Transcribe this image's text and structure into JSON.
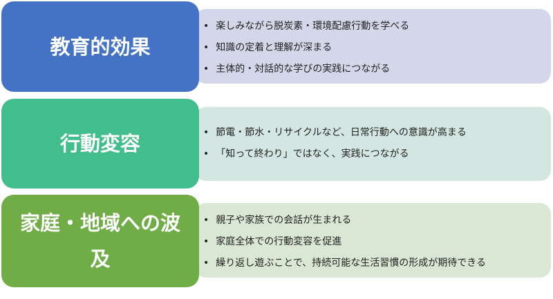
{
  "rows": [
    {
      "title": "教育的効果",
      "color": "#4472C4",
      "panel": "#D3D7E9",
      "items": [
        "楽しみながら脱炭素・環境配慮行動を学べる",
        "知識の定着と理解が深まる",
        "主体的・対話的な学びの実践につながる"
      ]
    },
    {
      "title": "行動変容",
      "color": "#44BD8C",
      "panel": "#D3E6E2",
      "items": [
        "節電・節水・リサイクルなど、日常行動への意識が高まる",
        "「知って終わり」ではなく、実践につながる"
      ]
    },
    {
      "title": "家庭・地域への波及",
      "color": "#70AD47",
      "panel": "#D9E7D4",
      "items": [
        "親子や家族での会話が生まれる",
        "家庭全体での行動変容を促進",
        "繰り返し遊ぶことで、持続可能な生活習慣の形成が期待できる"
      ]
    }
  ]
}
